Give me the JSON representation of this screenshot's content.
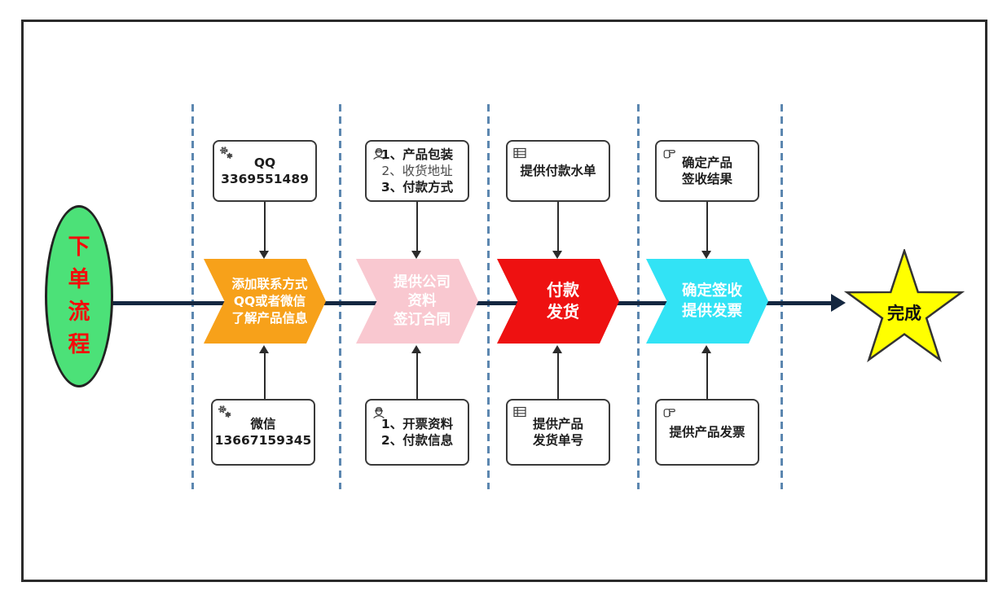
{
  "diagram": {
    "start": {
      "label": "下单流程",
      "fill": "#4CE178",
      "text_color": "#F40B0B"
    },
    "end": {
      "label": "完成",
      "fill": "#FFFF00"
    },
    "flow_line_color": "#142740",
    "lane_divider_color": "#5C87B0",
    "chevrons": [
      {
        "color": "#F7A11A",
        "lines": [
          "添加联系方式",
          "QQ或者微信",
          "了解产品信息"
        ]
      },
      {
        "color": "#F9C8D0",
        "lines": [
          "提供公司",
          "资料",
          "签订合同"
        ]
      },
      {
        "color": "#EE1111",
        "lines": [
          "付款",
          "发货"
        ]
      },
      {
        "color": "#32E3F5",
        "lines": [
          "确定签收",
          "提供发票"
        ]
      }
    ],
    "top_boxes": [
      {
        "icon": "gears-icon",
        "lines": [
          "QQ",
          "3369551489"
        ]
      },
      {
        "icon": "worker-icon",
        "lines": [
          "1、产品包装",
          "2、收货地址",
          "3、付款方式"
        ]
      },
      {
        "icon": "table-icon",
        "lines": [
          "提供付款水单"
        ]
      },
      {
        "icon": "pointing-hand-icon",
        "lines": [
          "确定产品",
          "签收结果"
        ]
      }
    ],
    "bottom_boxes": [
      {
        "icon": "gears-icon",
        "lines": [
          "微信",
          "13667159345"
        ]
      },
      {
        "icon": "worker-icon",
        "lines": [
          "1、开票资料",
          "2、付款信息"
        ]
      },
      {
        "icon": "table-icon",
        "lines": [
          "提供产品",
          "发货单号"
        ]
      },
      {
        "icon": "pointing-hand-icon",
        "lines": [
          "提供产品发票"
        ]
      }
    ]
  }
}
